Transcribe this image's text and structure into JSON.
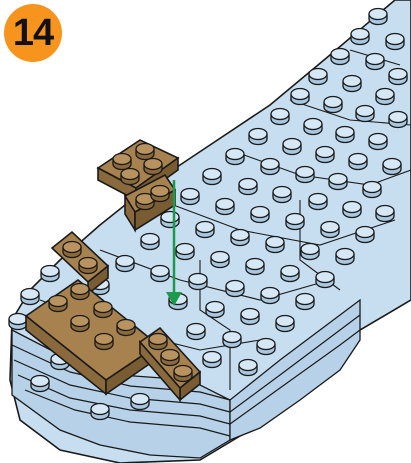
{
  "step": {
    "number": "14"
  },
  "colors": {
    "badge": "#f7941d",
    "brick_blue": "#c7def0",
    "brick_blue_shade": "#a9c7df",
    "brick_tan": "#a8824e",
    "brick_tan_shade": "#8a6a3c",
    "outline": "#1a1a1a",
    "arrow": "#1a9a4a"
  },
  "parts": {
    "new_tan_plates": [
      "tan-plate-2x2",
      "tan-plate-1x2",
      "tan-plate-2x3",
      "tan-plate-1x3"
    ],
    "placement_arrow": "green-down-arrow"
  }
}
